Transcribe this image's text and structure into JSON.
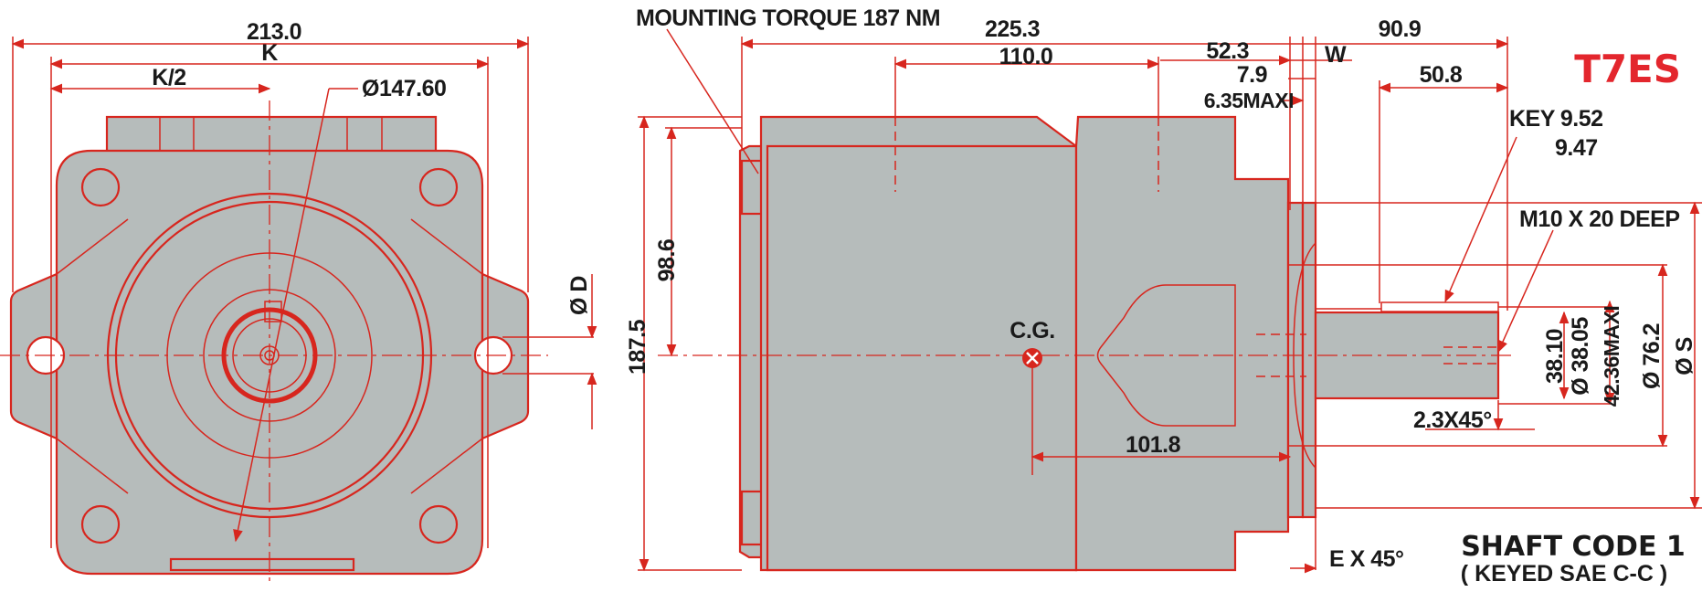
{
  "model": {
    "label": "T7ES",
    "color": "#e3262d"
  },
  "shaft_code": {
    "title": "SHAFT CODE 1",
    "subtitle": "( KEYED SAE C-C )"
  },
  "front_view": {
    "width_overall": "213.0",
    "k": "K",
    "k_half": "K/2",
    "pilot_diameter": "Ø147.60",
    "hole_diameter": "Ø D"
  },
  "side_view": {
    "mounting_torque": "MOUNTING TORQUE 187 NM",
    "length_overall": "225.3",
    "length_110": "110.0",
    "length_52": "52.3",
    "length_7_9": "7.9",
    "length_6_35": "6.35MAXI",
    "w": "W",
    "length_90_9": "90.9",
    "length_50_8": "50.8",
    "key_1": "KEY 9.52",
    "key_2": "9.47",
    "thread": "M10 X 20 DEEP",
    "height_98_6": "98.6",
    "height_187_5": "187.5",
    "cg": "C.G.",
    "cg_distance": "101.8",
    "chamfer_shaft": "2.3X45°",
    "chamfer_flange": "E X 45°",
    "dia_38_10": "38.10",
    "dia_38_05": "Ø 38.05",
    "dia_42_36": "42.36MAXI",
    "dia_76_2": "Ø 76.2",
    "dia_s": "Ø S"
  },
  "colors": {
    "line": "#d7261e",
    "fill": "#b6bcbb",
    "text": "#1a1a1a"
  }
}
